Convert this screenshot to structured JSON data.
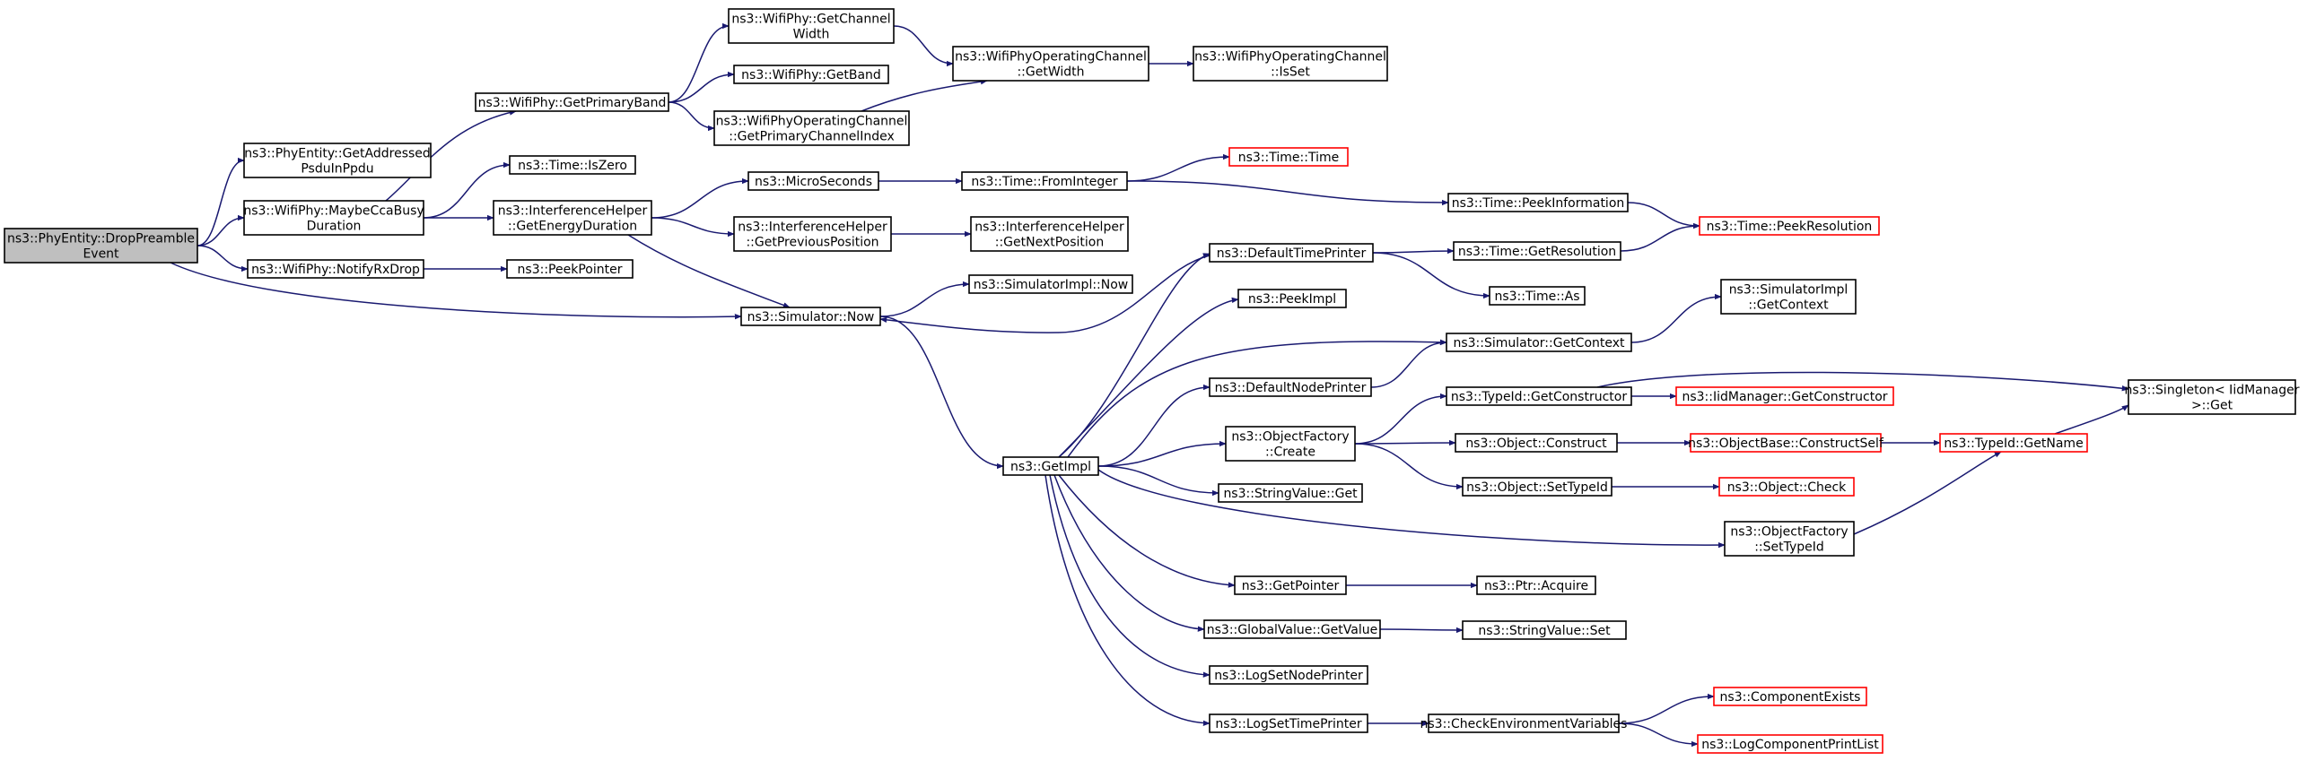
{
  "colors": {
    "edge": "#191970",
    "node_border": "#000000",
    "truncated_border": "#ff0000",
    "root_fill": "#bfbfbf",
    "node_fill": "#ffffff"
  },
  "nodes": [
    {
      "id": "root",
      "lines": [
        "ns3::PhyEntity::DropPreamble",
        "Event"
      ],
      "root": true
    },
    {
      "id": "addressed",
      "lines": [
        "ns3::PhyEntity::GetAddressed",
        "PsduInPpdu"
      ]
    },
    {
      "id": "maybecca",
      "lines": [
        "ns3::WifiPhy::MaybeCcaBusy",
        "Duration"
      ]
    },
    {
      "id": "notifyrx",
      "lines": [
        "ns3::WifiPhy::NotifyRxDrop"
      ]
    },
    {
      "id": "primaryband",
      "lines": [
        "ns3::WifiPhy::GetPrimaryBand"
      ]
    },
    {
      "id": "iszero",
      "lines": [
        "ns3::Time::IsZero"
      ]
    },
    {
      "id": "energy",
      "lines": [
        "ns3::InterferenceHelper",
        "::GetEnergyDuration"
      ]
    },
    {
      "id": "peekpointer",
      "lines": [
        "ns3::PeekPointer"
      ]
    },
    {
      "id": "simnow",
      "lines": [
        "ns3::Simulator::Now"
      ]
    },
    {
      "id": "chanwidth",
      "lines": [
        "ns3::WifiPhy::GetChannel",
        "Width"
      ]
    },
    {
      "id": "getband",
      "lines": [
        "ns3::WifiPhy::GetBand"
      ]
    },
    {
      "id": "primchanidx",
      "lines": [
        "ns3::WifiPhyOperatingChannel",
        "::GetPrimaryChannelIndex"
      ]
    },
    {
      "id": "opwidth",
      "lines": [
        "ns3::WifiPhyOperatingChannel",
        "::GetWidth"
      ]
    },
    {
      "id": "isset",
      "lines": [
        "ns3::WifiPhyOperatingChannel",
        "::IsSet"
      ]
    },
    {
      "id": "micro",
      "lines": [
        "ns3::MicroSeconds"
      ]
    },
    {
      "id": "prevpos",
      "lines": [
        "ns3::InterferenceHelper",
        "::GetPreviousPosition"
      ]
    },
    {
      "id": "nextpos",
      "lines": [
        "ns3::InterferenceHelper",
        "::GetNextPosition"
      ]
    },
    {
      "id": "frominteger",
      "lines": [
        "ns3::Time::FromInteger"
      ]
    },
    {
      "id": "timetime",
      "lines": [
        "ns3::Time::Time"
      ],
      "truncated": true
    },
    {
      "id": "peekinfo",
      "lines": [
        "ns3::Time::PeekInformation"
      ]
    },
    {
      "id": "peekres",
      "lines": [
        "ns3::Time::PeekResolution"
      ],
      "truncated": true
    },
    {
      "id": "simimplnow",
      "lines": [
        "ns3::SimulatorImpl::Now"
      ]
    },
    {
      "id": "getimpl",
      "lines": [
        "ns3::GetImpl"
      ]
    },
    {
      "id": "deftimeprinter",
      "lines": [
        "ns3::DefaultTimePrinter"
      ]
    },
    {
      "id": "getres",
      "lines": [
        "ns3::Time::GetResolution"
      ]
    },
    {
      "id": "timeas",
      "lines": [
        "ns3::Time::As"
      ]
    },
    {
      "id": "peekimpl",
      "lines": [
        "ns3::PeekImpl"
      ]
    },
    {
      "id": "getcontext",
      "lines": [
        "ns3::Simulator::GetContext"
      ]
    },
    {
      "id": "implcontext",
      "lines": [
        "ns3::SimulatorImpl",
        "::GetContext"
      ]
    },
    {
      "id": "defnodeprinter",
      "lines": [
        "ns3::DefaultNodePrinter"
      ]
    },
    {
      "id": "typeidctor",
      "lines": [
        "ns3::TypeId::GetConstructor"
      ]
    },
    {
      "id": "iidctor",
      "lines": [
        "ns3::IidManager::GetConstructor"
      ],
      "truncated": true
    },
    {
      "id": "singleton",
      "lines": [
        "ns3::Singleton< IidManager",
        " >::Get"
      ]
    },
    {
      "id": "ofcreate",
      "lines": [
        "ns3::ObjectFactory",
        "::Create"
      ]
    },
    {
      "id": "objconstruct",
      "lines": [
        "ns3::Object::Construct"
      ]
    },
    {
      "id": "constructself",
      "lines": [
        "ns3::ObjectBase::ConstructSelf"
      ],
      "truncated": true
    },
    {
      "id": "getname",
      "lines": [
        "ns3::TypeId::GetName"
      ],
      "truncated": true
    },
    {
      "id": "settypeid",
      "lines": [
        "ns3::Object::SetTypeId"
      ]
    },
    {
      "id": "objcheck",
      "lines": [
        "ns3::Object::Check"
      ],
      "truncated": true
    },
    {
      "id": "strvalget",
      "lines": [
        "ns3::StringValue::Get"
      ]
    },
    {
      "id": "ofsettypeid",
      "lines": [
        "ns3::ObjectFactory",
        "::SetTypeId"
      ]
    },
    {
      "id": "getpointer",
      "lines": [
        "ns3::GetPointer"
      ]
    },
    {
      "id": "ptracquire",
      "lines": [
        "ns3::Ptr::Acquire"
      ]
    },
    {
      "id": "gvgetvalue",
      "lines": [
        "ns3::GlobalValue::GetValue"
      ]
    },
    {
      "id": "strvalset",
      "lines": [
        "ns3::StringValue::Set"
      ]
    },
    {
      "id": "lognodeprinter",
      "lines": [
        "ns3::LogSetNodePrinter"
      ]
    },
    {
      "id": "logtimeprinter",
      "lines": [
        "ns3::LogSetTimePrinter"
      ]
    },
    {
      "id": "checkenv",
      "lines": [
        "ns3::CheckEnvironmentVariables"
      ]
    },
    {
      "id": "compexists",
      "lines": [
        "ns3::ComponentExists"
      ],
      "truncated": true
    },
    {
      "id": "logcomplist",
      "lines": [
        "ns3::LogComponentPrintList"
      ],
      "truncated": true
    }
  ],
  "edges": [
    [
      "root",
      "addressed"
    ],
    [
      "root",
      "maybecca"
    ],
    [
      "root",
      "notifyrx"
    ],
    [
      "root",
      "simnow"
    ],
    [
      "maybecca",
      "primaryband"
    ],
    [
      "maybecca",
      "iszero"
    ],
    [
      "maybecca",
      "energy"
    ],
    [
      "primaryband",
      "chanwidth"
    ],
    [
      "primaryband",
      "getband"
    ],
    [
      "primaryband",
      "primchanidx"
    ],
    [
      "chanwidth",
      "opwidth"
    ],
    [
      "primchanidx",
      "opwidth"
    ],
    [
      "opwidth",
      "isset"
    ],
    [
      "energy",
      "micro"
    ],
    [
      "energy",
      "prevpos"
    ],
    [
      "energy",
      "simnow"
    ],
    [
      "notifyrx",
      "peekpointer"
    ],
    [
      "micro",
      "frominteger"
    ],
    [
      "frominteger",
      "timetime"
    ],
    [
      "frominteger",
      "peekinfo"
    ],
    [
      "peekinfo",
      "peekres"
    ],
    [
      "prevpos",
      "nextpos"
    ],
    [
      "simnow",
      "simimplnow"
    ],
    [
      "simnow",
      "getimpl"
    ],
    [
      "getimpl",
      "deftimeprinter"
    ],
    [
      "deftimeprinter",
      "simnow"
    ],
    [
      "deftimeprinter",
      "getres"
    ],
    [
      "deftimeprinter",
      "timeas"
    ],
    [
      "getres",
      "peekres"
    ],
    [
      "getimpl",
      "peekimpl"
    ],
    [
      "getimpl",
      "getcontext"
    ],
    [
      "getcontext",
      "implcontext"
    ],
    [
      "getimpl",
      "defnodeprinter"
    ],
    [
      "defnodeprinter",
      "getcontext"
    ],
    [
      "getimpl",
      "ofcreate"
    ],
    [
      "ofcreate",
      "typeidctor"
    ],
    [
      "ofcreate",
      "objconstruct"
    ],
    [
      "ofcreate",
      "settypeid"
    ],
    [
      "typeidctor",
      "iidctor"
    ],
    [
      "typeidctor",
      "singleton"
    ],
    [
      "objconstruct",
      "constructself"
    ],
    [
      "constructself",
      "getname"
    ],
    [
      "getname",
      "singleton"
    ],
    [
      "settypeid",
      "objcheck"
    ],
    [
      "getimpl",
      "strvalget"
    ],
    [
      "getimpl",
      "ofsettypeid"
    ],
    [
      "ofsettypeid",
      "getname"
    ],
    [
      "getimpl",
      "getpointer"
    ],
    [
      "getpointer",
      "ptracquire"
    ],
    [
      "getimpl",
      "gvgetvalue"
    ],
    [
      "gvgetvalue",
      "strvalset"
    ],
    [
      "getimpl",
      "lognodeprinter"
    ],
    [
      "getimpl",
      "logtimeprinter"
    ],
    [
      "logtimeprinter",
      "checkenv"
    ],
    [
      "checkenv",
      "compexists"
    ],
    [
      "checkenv",
      "logcomplist"
    ]
  ]
}
